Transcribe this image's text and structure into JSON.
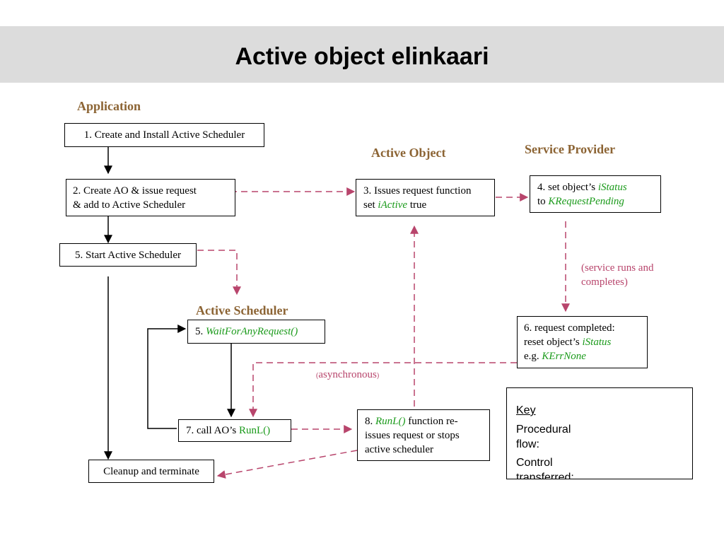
{
  "title": "Active object elinkaari",
  "headings": {
    "application": "Application",
    "active_object": "Active Object",
    "service_provider": "Service Provider",
    "active_scheduler": "Active Scheduler"
  },
  "steps": {
    "step1": "1. Create and Install Active Scheduler",
    "step2_line1": "2. Create AO & issue request",
    "step2_line2": "& add to Active Scheduler",
    "step3_line1": "3. Issues request function",
    "step3_prefix": "set ",
    "step3_var": "iActive",
    "step3_suffix": " true",
    "step4_prefix": "4. set object’s ",
    "step4_var": "iStatus",
    "step4_to": "to ",
    "step4_value": "KRequestPending",
    "step5_start": "5. Start Active Scheduler",
    "step5_wait_prefix": "5. ",
    "step5_wait_func": "WaitForAnyRequest()",
    "step6_line1": "6. request completed:",
    "step6_prefix": "reset object’s ",
    "step6_var": "iStatus",
    "step6_eg": "e.g. ",
    "step6_value": "KErrNone",
    "step7_prefix": "7. call AO’s ",
    "step7_func": "RunL()",
    "step8_prefix": "8. ",
    "step8_func": "RunL()",
    "step8_suffix": " function re-",
    "step8_line2": "issues request or stops",
    "step8_line3": "active scheduler",
    "cleanup": "Cleanup and terminate"
  },
  "notes": {
    "service_runs_line1": "(service runs and",
    "service_runs_line2": "completes)",
    "async_open": "(",
    "async_word": "asynchronous",
    "async_close": ")"
  },
  "key": {
    "title": "Key",
    "procedural_line1": "Procedural",
    "procedural_line2": "flow:",
    "control_line1": "Control",
    "control_line2": "transferred:"
  },
  "colors": {
    "heading": "#8c6434",
    "control_arrow": "#b8456c",
    "variable_green": "#1a9a1a",
    "title_bar": "#dcdcdc"
  }
}
